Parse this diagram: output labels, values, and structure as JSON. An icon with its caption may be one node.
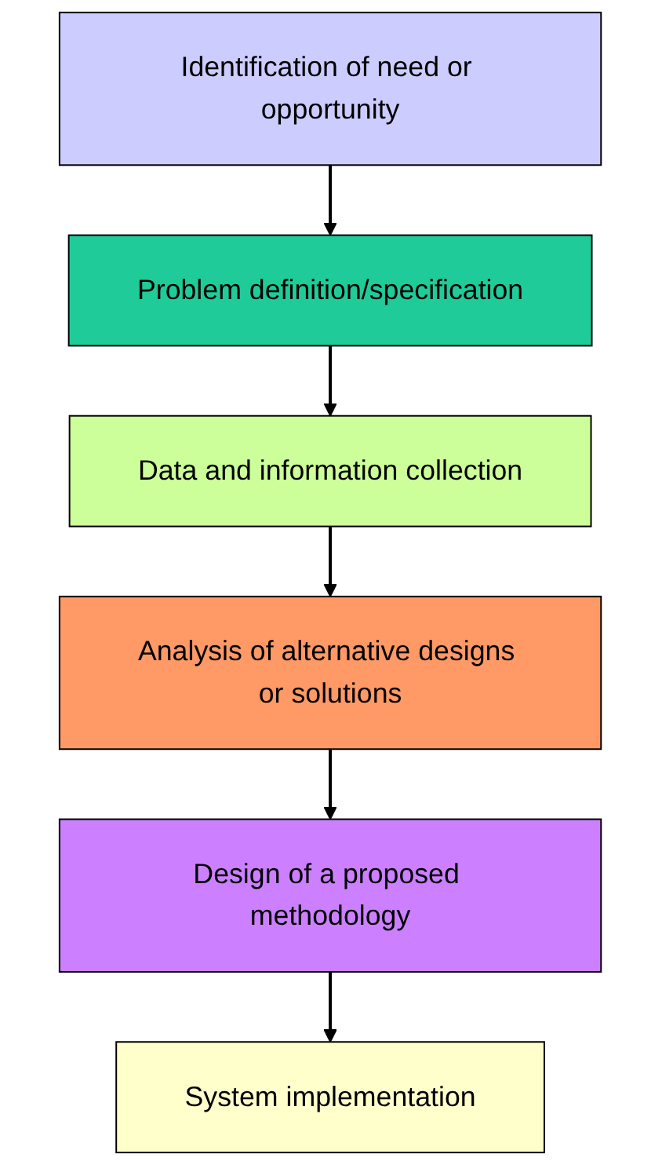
{
  "diagram": {
    "nodes": [
      {
        "text": [
          "Identification of need or opportunity"
        ]
      },
      {
        "text": [
          "Problem definition/specification"
        ]
      },
      {
        "text": [
          "Data and information collection"
        ]
      },
      {
        "text": [
          "Analysis of alternative designs or solutions"
        ]
      },
      {
        "text": [
          "Design of a proposed methodology"
        ]
      },
      {
        "text": [
          "System implementation"
        ]
      }
    ],
    "edges": [
      {
        "from": 0,
        "to": 1,
        "arrow": "to"
      },
      {
        "from": 1,
        "to": 2,
        "arrow": "to"
      },
      {
        "from": 2,
        "to": 3,
        "arrow": "to"
      },
      {
        "from": 3,
        "to": 4,
        "arrow": "to"
      },
      {
        "from": 4,
        "to": 5,
        "arrow": "to"
      }
    ]
  }
}
